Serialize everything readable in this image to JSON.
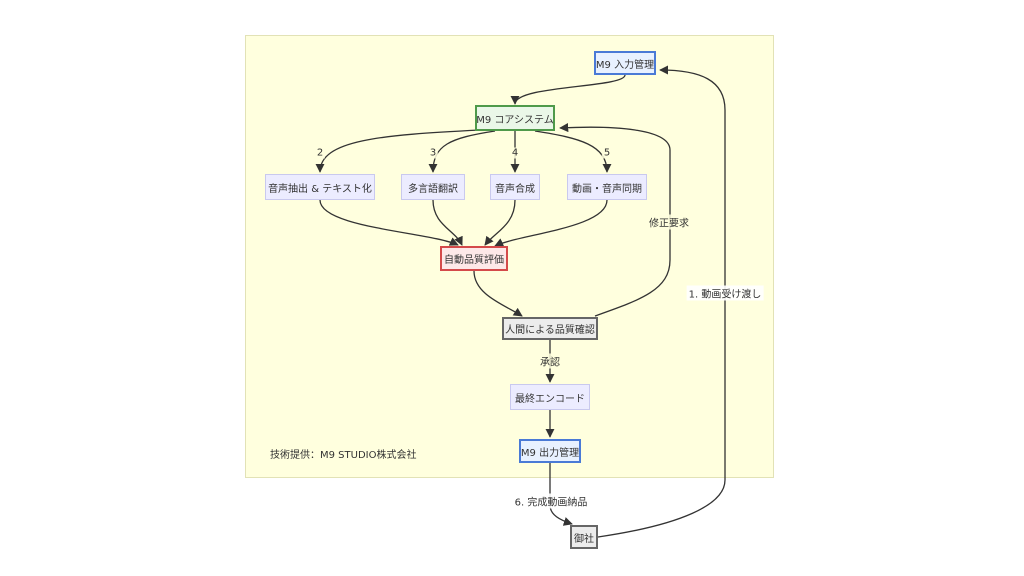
{
  "nodes": {
    "input_mgmt": "M9 入力管理",
    "core_system": "M9 コアシステム",
    "extract": "音声抽出 & テキスト化",
    "translate": "多言語翻訳",
    "synth": "音声合成",
    "sync": "動画・音声同期",
    "auto_eval": "自動品質評価",
    "human_check": "人間による品質確認",
    "encode": "最終エンコード",
    "output_mgmt": "M9 出力管理",
    "client": "御社"
  },
  "edge_labels": {
    "e2": "2",
    "e3": "3",
    "e4": "4",
    "e5": "5",
    "revision": "修正要求",
    "approval": "承認",
    "handover": "1. 動画受け渡し",
    "delivery": "6. 完成動画納品"
  },
  "footer": "技術提供：M9 STUDIO株式会社",
  "colors": {
    "panel": "#ffffde",
    "edge": "#333333",
    "blue_border": "#4a7ad6",
    "green_border": "#4f9a4a",
    "red_border": "#d44a4a",
    "gray_border": "#666666"
  }
}
